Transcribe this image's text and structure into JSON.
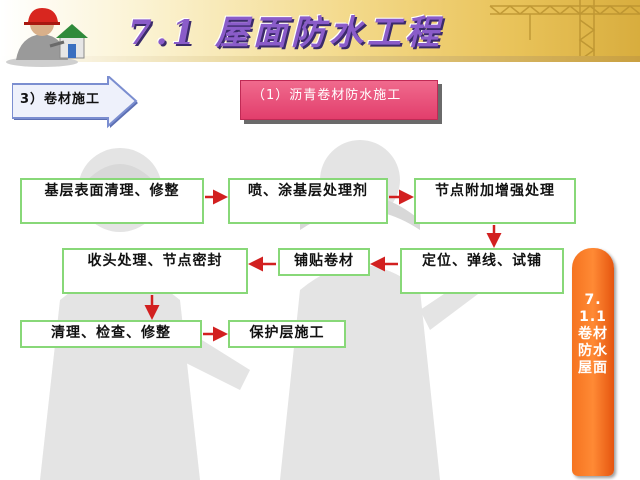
{
  "header": {
    "title": "7.1 屋面防水工程"
  },
  "section": {
    "label": "3）卷材施工"
  },
  "subtitle": {
    "text": "（1）沥青卷材防水施工"
  },
  "flow": {
    "step1": "基层表面清理、修整",
    "step2": "喷、涂基层处理剂",
    "step3": "节点附加增强处理",
    "step4": "定位、弹线、试铺",
    "step5": "铺贴卷材",
    "step6": "收头处理、节点密封",
    "step7": "清理、检查、修整",
    "step8": "保护层施工"
  },
  "side_tab": {
    "text": "7.1.1 卷材防水屋面"
  },
  "colors": {
    "box_border": "#88d878",
    "arrow": "#d22020",
    "title": "#8a5cc9",
    "subtitle_bg": "#e23e6c",
    "side_tab": "#f5731f"
  }
}
